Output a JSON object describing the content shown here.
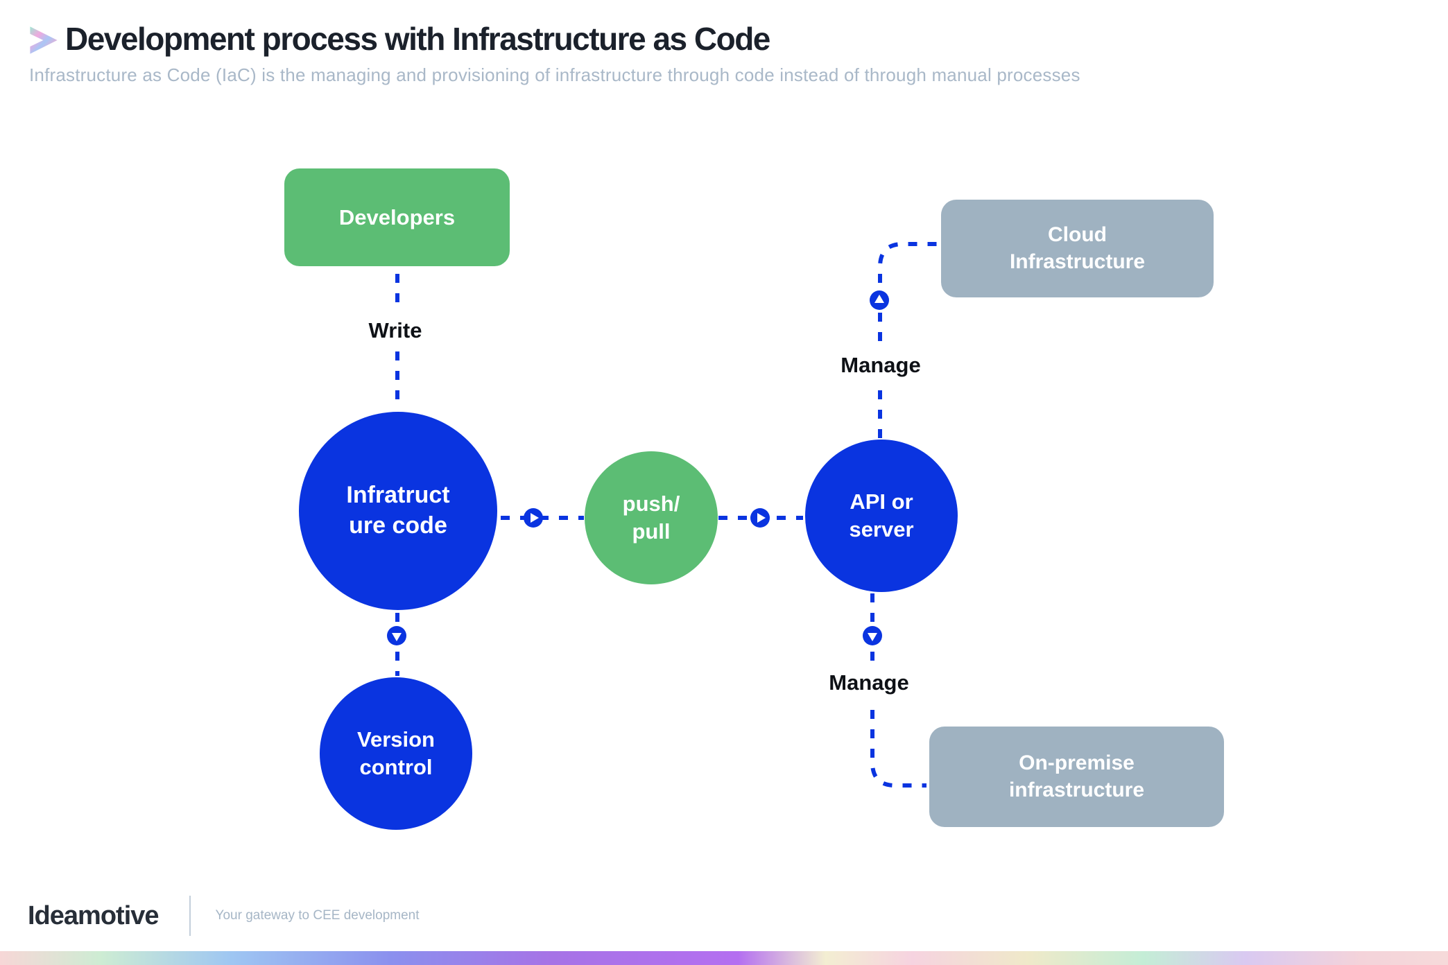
{
  "header": {
    "title": "Development process with Infrastructure as Code",
    "subtitle": "Infrastructure as Code (IaC) is the managing and provisioning of infrastructure through code instead of through manual processes",
    "title_icon": "chevron-right-holographic-icon"
  },
  "diagram": {
    "nodes": {
      "developers": {
        "shape": "rounded-box",
        "color": "#5cbd74",
        "lines": [
          "Developers"
        ]
      },
      "infrastructure_code": {
        "shape": "circle",
        "color": "#0a34e0",
        "lines": [
          "Infratruct",
          "ure code"
        ]
      },
      "push_pull": {
        "shape": "circle",
        "color": "#5cbd74",
        "lines": [
          "push/",
          "pull"
        ]
      },
      "api_or_server": {
        "shape": "circle",
        "color": "#0a34e0",
        "lines": [
          "API or",
          "server"
        ]
      },
      "version_control": {
        "shape": "circle",
        "color": "#0a34e0",
        "lines": [
          "Version",
          "control"
        ]
      },
      "cloud_infrastructure": {
        "shape": "rounded-box",
        "color": "#9fb2c1",
        "lines": [
          "Cloud",
          "Infrastructure"
        ]
      },
      "on_premise_infrastructure": {
        "shape": "rounded-box",
        "color": "#9fb2c1",
        "lines": [
          "On-premise",
          "infrastructure"
        ]
      }
    },
    "edge_labels": {
      "write": "Write",
      "manage_top": "Manage",
      "manage_bottom": "Manage"
    },
    "line_style": "dashed",
    "line_color": "#0a34e0"
  },
  "footer": {
    "logo": "Ideamotive",
    "tagline": "Your gateway to CEE development"
  },
  "colors": {
    "accent_blue": "#0a34e0",
    "accent_green": "#5cbd74",
    "box_gray": "#9fb2c1",
    "title_text": "#1b212b",
    "subtitle_text": "#a9b8c8",
    "holo_bar": [
      "#f7d7d7",
      "#9ec6f2",
      "#a673e6",
      "#f3eed2",
      "#c4edd6",
      "#f6dada"
    ]
  }
}
